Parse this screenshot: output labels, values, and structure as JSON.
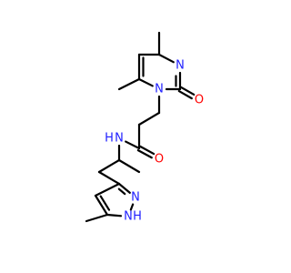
{
  "colors": {
    "bond": "#000000",
    "N": "#2020ff",
    "O": "#ff0000",
    "background": "#ffffff"
  },
  "atoms": [
    {
      "id": "c_me4",
      "element": "C"
    },
    {
      "id": "c4",
      "element": "C"
    },
    {
      "id": "n3",
      "element": "N",
      "label": "N"
    },
    {
      "id": "c2",
      "element": "C"
    },
    {
      "id": "o2",
      "element": "O",
      "label": "O"
    },
    {
      "id": "n1",
      "element": "N",
      "label": "N"
    },
    {
      "id": "c6",
      "element": "C"
    },
    {
      "id": "c_me6",
      "element": "C"
    },
    {
      "id": "c5",
      "element": "C"
    },
    {
      "id": "c_ch2a",
      "element": "C"
    },
    {
      "id": "c_ch2b",
      "element": "C"
    },
    {
      "id": "c_amide",
      "element": "C"
    },
    {
      "id": "o_amide",
      "element": "O",
      "label": "O"
    },
    {
      "id": "n_amide",
      "element": "N",
      "label": "N",
      "h": "H"
    },
    {
      "id": "c_ch",
      "element": "C"
    },
    {
      "id": "c_me",
      "element": "C"
    },
    {
      "id": "c_ch2c",
      "element": "C"
    },
    {
      "id": "c3p",
      "element": "C"
    },
    {
      "id": "n2p",
      "element": "N",
      "label": "N"
    },
    {
      "id": "n1p",
      "element": "N",
      "label": "N",
      "h": "H"
    },
    {
      "id": "c5p",
      "element": "C"
    },
    {
      "id": "c_me5p",
      "element": "C"
    },
    {
      "id": "c4p",
      "element": "C"
    }
  ],
  "bonds": [
    {
      "a": "c_me4",
      "b": "c4",
      "order": 1
    },
    {
      "a": "c4",
      "b": "n3",
      "order": 1
    },
    {
      "a": "n3",
      "b": "c2",
      "order": 2
    },
    {
      "a": "c2",
      "b": "o2",
      "order": 2
    },
    {
      "a": "c2",
      "b": "n1",
      "order": 1
    },
    {
      "a": "n1",
      "b": "c6",
      "order": 1
    },
    {
      "a": "c6",
      "b": "c_me6",
      "order": 1
    },
    {
      "a": "c6",
      "b": "c5",
      "order": 2
    },
    {
      "a": "c5",
      "b": "c4",
      "order": 1
    },
    {
      "a": "n1",
      "b": "c_ch2a",
      "order": 1
    },
    {
      "a": "c_ch2a",
      "b": "c_ch2b",
      "order": 1
    },
    {
      "a": "c_ch2b",
      "b": "c_amide",
      "order": 1
    },
    {
      "a": "c_amide",
      "b": "o_amide",
      "order": 2
    },
    {
      "a": "c_amide",
      "b": "n_amide",
      "order": 1
    },
    {
      "a": "n_amide",
      "b": "c_ch",
      "order": 1
    },
    {
      "a": "c_ch",
      "b": "c_me",
      "order": 1
    },
    {
      "a": "c_ch",
      "b": "c_ch2c",
      "order": 1
    },
    {
      "a": "c_ch2c",
      "b": "c3p",
      "order": 1
    },
    {
      "a": "c3p",
      "b": "n2p",
      "order": 2
    },
    {
      "a": "n2p",
      "b": "n1p",
      "order": 1
    },
    {
      "a": "n1p",
      "b": "c5p",
      "order": 1
    },
    {
      "a": "c5p",
      "b": "c_me5p",
      "order": 1
    },
    {
      "a": "c5p",
      "b": "c4p",
      "order": 2
    },
    {
      "a": "c4p",
      "b": "c3p",
      "order": 1
    }
  ]
}
